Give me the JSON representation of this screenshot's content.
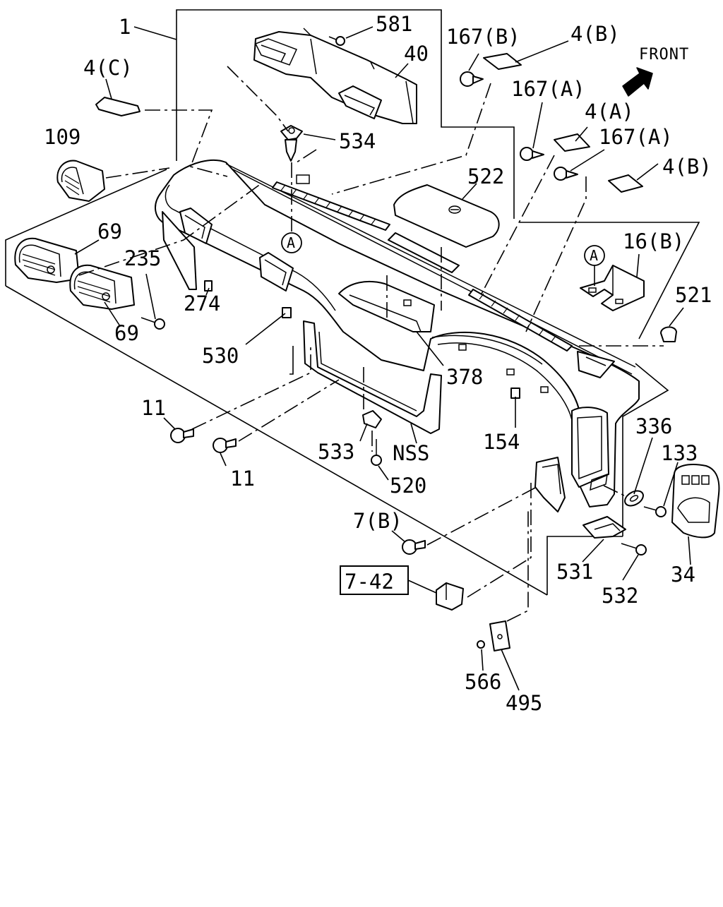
{
  "direction_label": "FRONT",
  "labels": {
    "l1": "1",
    "l581": "581",
    "l40": "40",
    "l167b": "167(B)",
    "l4b_top": "4(B)",
    "l4c": "4(C)",
    "l167a_1": "167(A)",
    "l4a": "4(A)",
    "l167a_2": "167(A)",
    "l109": "109",
    "l534": "534",
    "l4b_right": "4(B)",
    "l522": "522",
    "l69_top": "69",
    "l235": "235",
    "l16b": "16(B)",
    "l274": "274",
    "l521": "521",
    "l69_bottom": "69",
    "l530": "530",
    "l378": "378",
    "l11_left": "11",
    "l154": "154",
    "l533": "533",
    "l336": "336",
    "lnss": "NSS",
    "l133": "133",
    "l11_bottom": "11",
    "l520": "520",
    "l7b": "7(B)",
    "l531": "531",
    "l34": "34",
    "l742": "7-42",
    "l532": "532",
    "l566": "566",
    "l495": "495"
  },
  "reference_marks": {
    "a_center": "A",
    "a_bracket": "A"
  },
  "icons": {
    "front_arrow": "front-arrow-icon",
    "reference_circle": "circle-a-icon"
  },
  "colors": {
    "ink": "#000000",
    "paper": "#ffffff"
  }
}
